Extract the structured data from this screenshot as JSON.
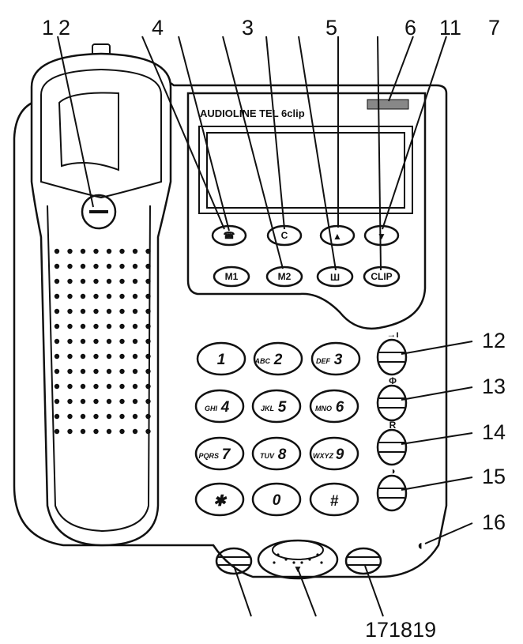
{
  "callouts": {
    "c1": "1",
    "c2": "2",
    "c3": "3",
    "c4": "4",
    "c5": "5",
    "c6": "6",
    "c7": "7",
    "c11": "11",
    "c12": "12",
    "c13": "13",
    "c14": "14",
    "c15": "15",
    "c16": "16",
    "c171819": "171819"
  },
  "display": {
    "brand": "AUDIOLINE TEL 6clip"
  },
  "buttons": {
    "m1": "M1",
    "m2": "M2",
    "c": "C",
    "clip": "CLIP",
    "up": "▲",
    "down": "▼"
  },
  "keypad": {
    "k1": "1",
    "k2": "2",
    "k2sub": "ABC",
    "k3": "3",
    "k3sub": "DEF",
    "k4": "4",
    "k4sub": "GHI",
    "k5": "5",
    "k5sub": "JKL",
    "k6": "6",
    "k6sub": "MNO",
    "k7": "7",
    "k7sub": "PQRS",
    "k8": "8",
    "k8sub": "TUV",
    "k9": "9",
    "k9sub": "WXYZ",
    "star": "✱",
    "k0": "0",
    "hash": "#"
  },
  "side_icons": {
    "redial": "→ı",
    "intercom": "Φ",
    "recall": "R",
    "mute": "◑"
  },
  "icons": [
    "phonebook-icon",
    "callback-icon",
    "speaker-icon",
    "power-icon"
  ]
}
